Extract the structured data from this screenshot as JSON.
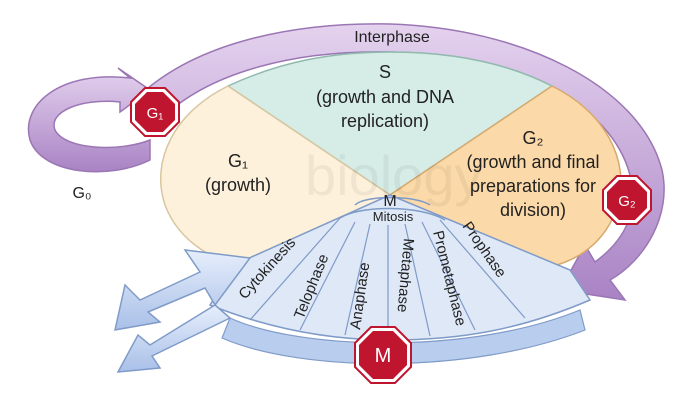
{
  "labels": {
    "interphase": "Interphase",
    "g0": "G₀",
    "s_phase": {
      "title": "S",
      "line1": "(growth and DNA",
      "line2": "replication)"
    },
    "g1_phase": {
      "title": "G₁",
      "line1": "(growth)"
    },
    "g2_phase": {
      "title": "G₂",
      "line1": "(growth and final",
      "line2": "preparations for",
      "line3": "division)"
    },
    "m_phase": {
      "title": "M",
      "mitosis": "Mitosis"
    },
    "mitosis_stages": [
      "Cytokinesis",
      "Telophase",
      "Anaphase",
      "Metaphase",
      "Prometaphase",
      "Prophase"
    ],
    "checkpoints": {
      "g1": "G₁",
      "g2": "G₂",
      "m": "M"
    },
    "watermark": "biology"
  },
  "colors": {
    "s_fill": "#d6ece6",
    "g1_fill": "#fdf1dc",
    "g2_fill": "#fbd9a8",
    "m_fill": "#dfe8f7",
    "arrow_purple": "#c9a9d8",
    "arrow_purple_dark": "#a47fbd",
    "arrow_blue": "#c7d8f4",
    "stop_red": "#c0152f"
  }
}
